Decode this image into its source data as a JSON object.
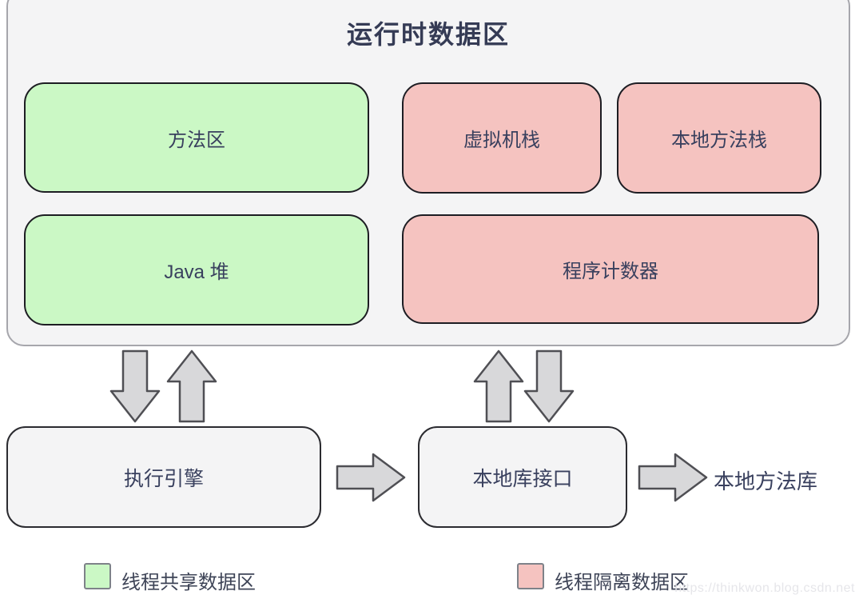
{
  "diagram": {
    "title": "运行时数据区",
    "runtime_area_boxes": [
      {
        "key": "method_area",
        "label": "方法区",
        "type": "thread-shared"
      },
      {
        "key": "vm_stack",
        "label": "虚拟机栈",
        "type": "thread-isolated"
      },
      {
        "key": "native_method_stack",
        "label": "本地方法栈",
        "type": "thread-isolated"
      },
      {
        "key": "java_heap",
        "label": "Java 堆",
        "type": "thread-shared"
      },
      {
        "key": "pc_register",
        "label": "程序计数器",
        "type": "thread-isolated"
      }
    ],
    "labels": {
      "title": "运行时数据区",
      "method_area": "方法区",
      "vm_stack": "虚拟机栈",
      "native_method_stack": "本地方法栈",
      "java_heap": "Java 堆",
      "pc_register": "程序计数器",
      "execution_engine": "执行引擎",
      "native_interface": "本地库接口",
      "native_method_library": "本地方法库"
    },
    "legend": {
      "shared": {
        "label": "线程共享数据区",
        "color": "#cbf8c5"
      },
      "isolated": {
        "label": "线程隔离数据区",
        "color": "#f5c3c0"
      }
    },
    "watermark": "https://thinkwon.blog.csdn.net",
    "colors": {
      "shared_fill": "#cbf8c5",
      "isolated_fill": "#f5c3c0",
      "container_fill": "#f4f4f5",
      "container_border": "#a6a6ac",
      "node_border": "#1d1d23",
      "arrow_fill": "#d8d8da",
      "arrow_stroke": "#4f4f54",
      "text": "#39405e"
    }
  }
}
